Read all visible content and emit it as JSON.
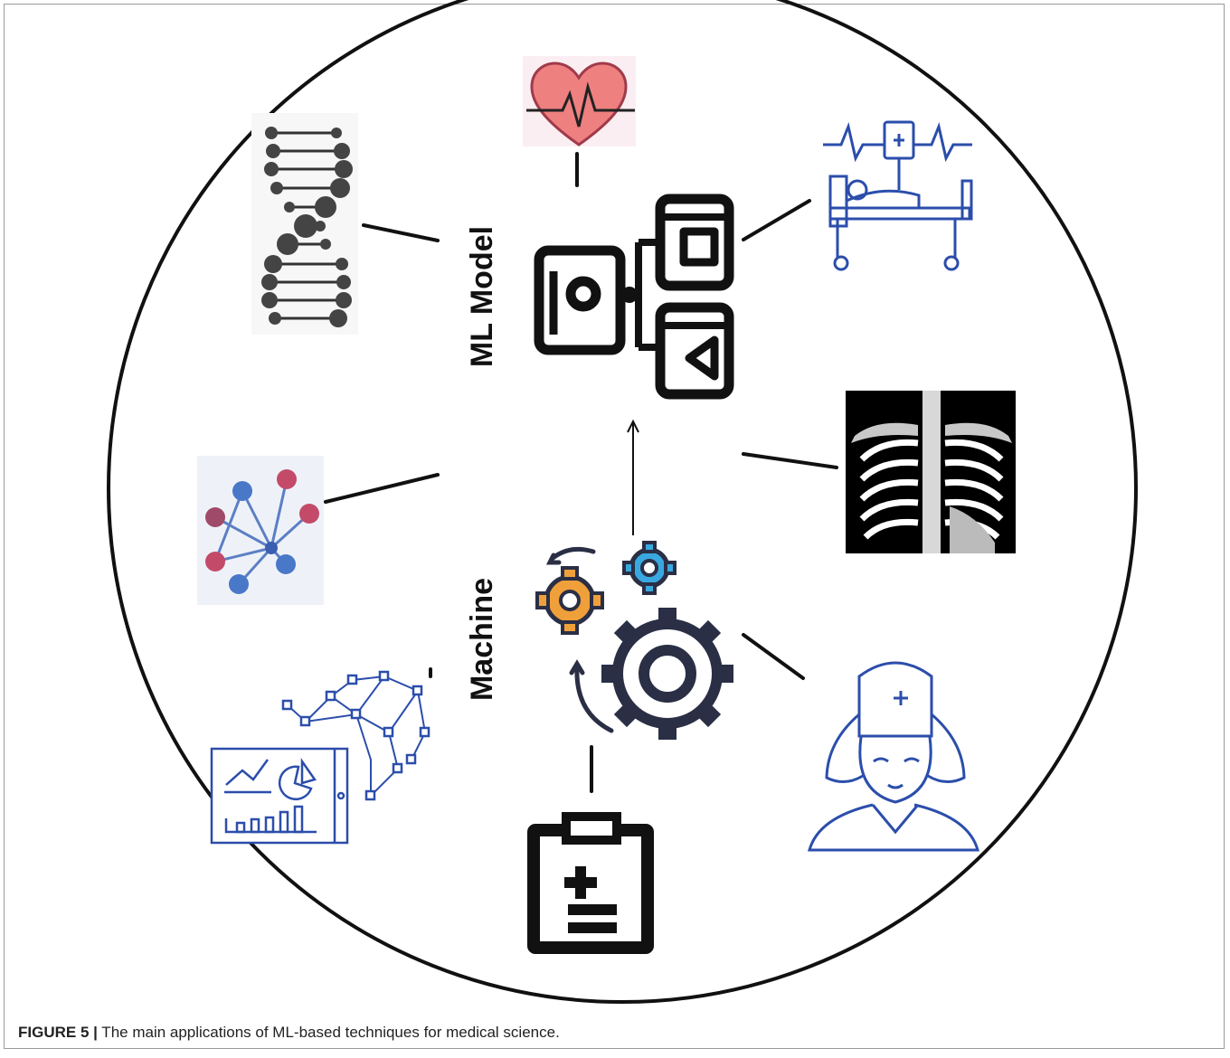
{
  "diagram": {
    "center_labels": {
      "top": "ML Model",
      "bottom": "Machine"
    },
    "icons": [
      "heart-rate-icon",
      "hospital-bed-icon",
      "chest-xray-icon",
      "nurse-icon",
      "medical-clipboard-icon",
      "data-analytics-icon",
      "network-graph-icon",
      "dna-icon",
      "ml-model-flowchart-icon",
      "gears-icon"
    ],
    "colors": {
      "outline": "#111111",
      "icon_blue": "#2b4eab",
      "gear_orange": "#f0a03a",
      "gear_blue": "#3aa8e0",
      "gear_dark": "#2a2f45",
      "heart_red": "#ee7e7e"
    }
  },
  "caption": {
    "label": "FIGURE 5 |",
    "text": " The main applications of ML-based techniques for medical science."
  }
}
